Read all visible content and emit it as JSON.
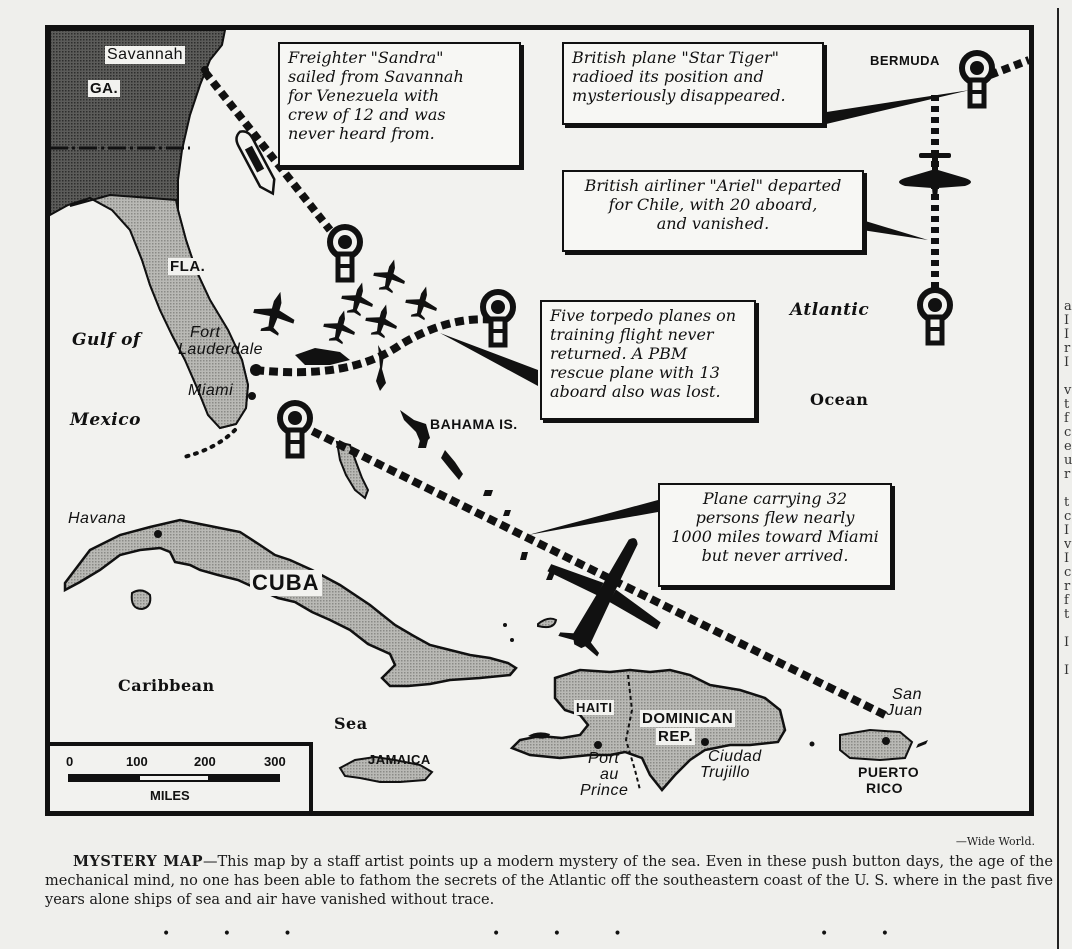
{
  "map": {
    "title_lead": "MYSTERY MAP",
    "colors": {
      "ink": "#111111",
      "paper": "#efefec",
      "land_fill": "#9a9a96",
      "us_fill": "#4a4a48"
    },
    "labels": {
      "savannah": "Savannah",
      "ga": "GA.",
      "fla": "FLA.",
      "fort": "Fort",
      "lauderdale": "Lauderdale",
      "miami": "Miami",
      "gulf_of": "Gulf of",
      "mexico": "Mexico",
      "bahama_is": "BAHAMA IS.",
      "havana": "Havana",
      "cuba": "CUBA",
      "caribbean": "Caribbean",
      "sea": "Sea",
      "jamaica": "JAMAICA",
      "haiti": "HAITI",
      "dominican": "DOMINICAN",
      "rep": "REP.",
      "port": "Port",
      "au": "au",
      "prince": "Prince",
      "ciudad": "Ciudad",
      "trujillo": "Trujillo",
      "san": "San",
      "juan": "Juan",
      "puerto": "PUERTO",
      "rico": "RICO",
      "bermuda": "BERMUDA",
      "atlantic": "Atlantic",
      "ocean": "Ocean"
    },
    "callouts": {
      "sandra": [
        "Freighter \"Sandra\"",
        "sailed from Savannah",
        "for Venezuela with",
        "crew of 12 and was",
        "never heard from."
      ],
      "star_tiger": [
        "British plane \"Star Tiger\"",
        "radioed its position and",
        "mysteriously disappeared."
      ],
      "ariel": [
        "British airliner \"Ariel\" departed",
        "for Chile, with 20 aboard,",
        "and vanished."
      ],
      "torpedo": [
        "Five torpedo planes on",
        "training flight never",
        "returned. A PBM",
        "rescue plane with 13",
        "aboard also was lost."
      ],
      "plane32": [
        "Plane carrying 32",
        "persons flew nearly",
        "1000 miles toward Miami",
        "but never arrived."
      ]
    },
    "scale": {
      "ticks": [
        "0",
        "100",
        "200",
        "300"
      ],
      "unit": "MILES"
    },
    "icons": [
      "question-mark-pin-icon",
      "airplane-icon",
      "ship-icon"
    ]
  },
  "caption": {
    "credit": "—Wide World.",
    "lead": "MYSTERY MAP",
    "body": "—This map by a staff artist points up a modern mystery of the sea. Even in these push button days, the age of the mechanical mind, no one has been able to fathom the secrets of the Atlantic off the southeastern coast of the U. S. where in the past five years alone ships of sea and air have vanished without trace.",
    "separator_left": "• • •",
    "separator_mid": "• • •",
    "separator_right": "• •"
  },
  "adjacent_column": {
    "fragment": "a\nI\nI\nr\nI\n\nv\nt\nf\nc\ne\nu\nr\n\nt\nc\nI\nv\nI\nc\nr\nf\nt\n\nI\n\nI"
  }
}
